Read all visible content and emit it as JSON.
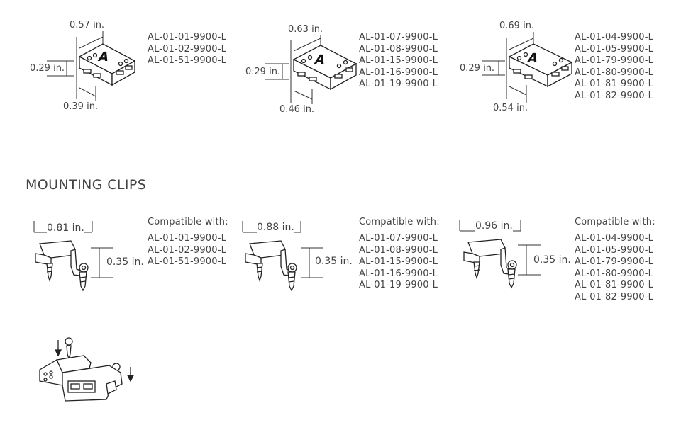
{
  "connectors": [
    {
      "top_dim": "0.57 in.",
      "side_dim": "0.29 in.",
      "bottom_dim": "0.39 in.",
      "label": "A",
      "parts": [
        "AL-01-01-9900-L",
        "AL-01-02-9900-L",
        "AL-01-51-9900-L"
      ]
    },
    {
      "top_dim": "0.63 in.",
      "side_dim": "0.29 in.",
      "bottom_dim": "0.46 in.",
      "label": "A",
      "parts": [
        "AL-01-07-9900-L",
        "AL-01-08-9900-L",
        "AL-01-15-9900-L",
        "AL-01-16-9900-L",
        "AL-01-19-9900-L"
      ]
    },
    {
      "top_dim": "0.69 in.",
      "side_dim": "0.29 in.",
      "bottom_dim": "0.54 in.",
      "label": "A",
      "parts": [
        "AL-01-04-9900-L",
        "AL-01-05-9900-L",
        "AL-01-79-9900-L",
        "AL-01-80-9900-L",
        "AL-01-81-9900-L",
        "AL-01-82-9900-L"
      ]
    }
  ],
  "mounting": {
    "title": "MOUNTING CLIPS",
    "clips": [
      {
        "width_dim": "0.81 in.",
        "height_dim": "0.35 in.",
        "compat_label": "Compatible with:",
        "parts": [
          "AL-01-01-9900-L",
          "AL-01-02-9900-L",
          "AL-01-51-9900-L"
        ]
      },
      {
        "width_dim": "0.88 in.",
        "height_dim": "0.35 in.",
        "compat_label": "Compatible with:",
        "parts": [
          "AL-01-07-9900-L",
          "AL-01-08-9900-L",
          "AL-01-15-9900-L",
          "AL-01-16-9900-L",
          "AL-01-19-9900-L"
        ]
      },
      {
        "width_dim": "0.96 in.",
        "height_dim": "0.35 in.",
        "compat_label": "Compatible with:",
        "parts": [
          "AL-01-04-9900-L",
          "AL-01-05-9900-L",
          "AL-01-79-9900-L",
          "AL-01-80-9900-L",
          "AL-01-81-9900-L",
          "AL-01-82-9900-L"
        ]
      }
    ]
  }
}
